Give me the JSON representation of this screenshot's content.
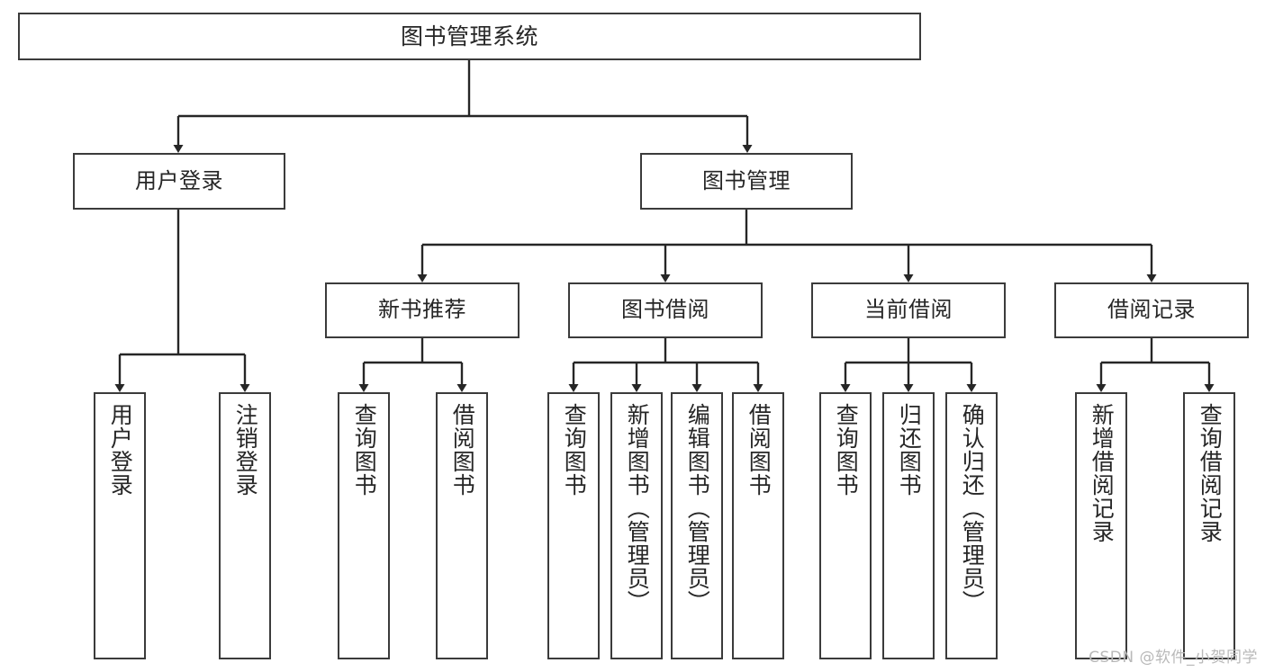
{
  "diagram": {
    "type": "tree-hierarchy",
    "title": "图书管理系统",
    "orientation": "top-down",
    "colors": {
      "box_border": "#3b3b3b",
      "box_fill": "#ffffff",
      "edge": "#262626",
      "text": "#262626",
      "watermark": "#b9b9b9",
      "background": "#ffffff"
    },
    "nodes": {
      "root": {
        "id": "root",
        "label": "图书管理系统",
        "level": 0
      },
      "level2": [
        {
          "id": "user-login",
          "label": "用户登录",
          "level": 1
        },
        {
          "id": "book-management",
          "label": "图书管理",
          "level": 1
        }
      ],
      "level3": [
        {
          "id": "new-book-recommend",
          "label": "新书推荐",
          "level": 2,
          "parent": "book-management"
        },
        {
          "id": "book-borrow",
          "label": "图书借阅",
          "level": 2,
          "parent": "book-management"
        },
        {
          "id": "current-borrow",
          "label": "当前借阅",
          "level": 2,
          "parent": "book-management"
        },
        {
          "id": "borrow-record",
          "label": "借阅记录",
          "level": 2,
          "parent": "book-management"
        }
      ],
      "leaves": [
        {
          "id": "leaf-user-login",
          "label": "用户登录",
          "parent": "user-login"
        },
        {
          "id": "leaf-user-logout",
          "label": "注销登录",
          "parent": "user-login"
        },
        {
          "id": "leaf-query-book-1",
          "label": "查询图书",
          "parent": "new-book-recommend"
        },
        {
          "id": "leaf-borrow-book-1",
          "label": "借阅图书",
          "parent": "new-book-recommend"
        },
        {
          "id": "leaf-query-book-2",
          "label": "查询图书",
          "parent": "book-borrow"
        },
        {
          "id": "leaf-add-book",
          "label": "新增图书（管理员）",
          "parent": "book-borrow"
        },
        {
          "id": "leaf-edit-book",
          "label": "编辑图书（管理员）",
          "parent": "book-borrow"
        },
        {
          "id": "leaf-borrow-book-2",
          "label": "借阅图书",
          "parent": "book-borrow"
        },
        {
          "id": "leaf-query-book-3",
          "label": "查询图书",
          "parent": "current-borrow"
        },
        {
          "id": "leaf-return-book",
          "label": "归还图书",
          "parent": "current-borrow"
        },
        {
          "id": "leaf-confirm-return",
          "label": "确认归还（管理员）",
          "parent": "current-borrow"
        },
        {
          "id": "leaf-add-borrow-record",
          "label": "新增借阅记录",
          "parent": "borrow-record"
        },
        {
          "id": "leaf-query-borrow-record",
          "label": "查询借阅记录",
          "parent": "borrow-record"
        }
      ]
    }
  },
  "watermark": {
    "text": "CSDN @软件_小贺同学"
  }
}
